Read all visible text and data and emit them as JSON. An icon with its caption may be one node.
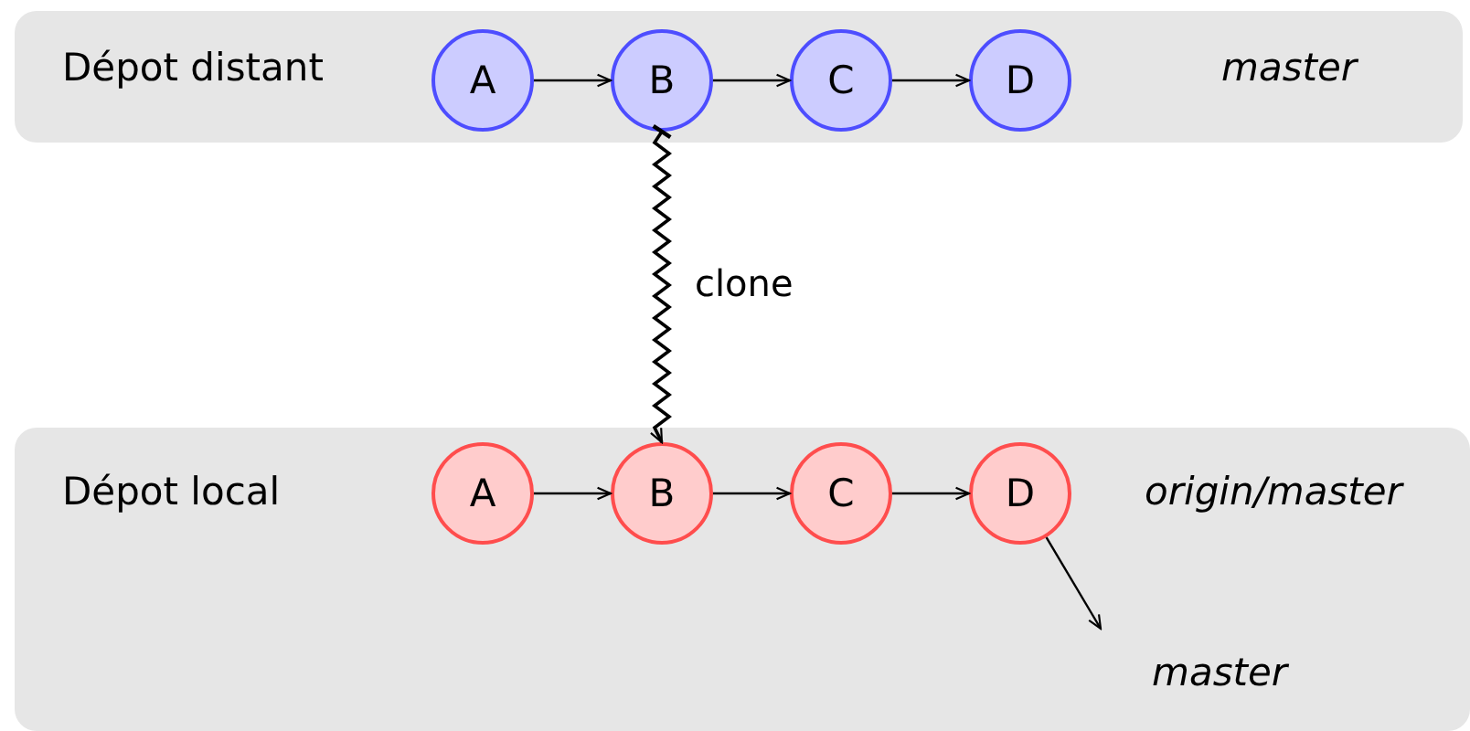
{
  "diagram": {
    "nodes": [
      {
        "text": [
          "Dépot distant",
          "master"
        ]
      },
      {
        "text": [
          "A"
        ],
        "in": 0
      },
      {
        "text": [
          "B"
        ],
        "in": 0
      },
      {
        "text": [
          "C"
        ],
        "in": 0
      },
      {
        "text": [
          "D"
        ],
        "in": 0
      },
      {
        "text": [
          "Dépot local",
          "origin/master"
        ]
      },
      {
        "text": [
          "A"
        ],
        "in": 5
      },
      {
        "text": [
          "B"
        ],
        "in": 5
      },
      {
        "text": [
          "C"
        ],
        "in": 5
      },
      {
        "text": [
          "D"
        ],
        "in": 5
      },
      {
        "text": [
          "master"
        ],
        "in": 5
      }
    ],
    "edges": [
      {
        "from": 1,
        "to": 2,
        "arrow": "to"
      },
      {
        "from": 2,
        "to": 3,
        "arrow": "to"
      },
      {
        "from": 3,
        "to": 4,
        "arrow": "to"
      },
      {
        "from": 6,
        "to": 7,
        "arrow": "to"
      },
      {
        "from": 7,
        "to": 8,
        "arrow": "to"
      },
      {
        "from": 8,
        "to": 9,
        "arrow": "to"
      },
      {
        "from": 2,
        "to": 7,
        "arrow": "to",
        "label": "clone"
      },
      {
        "from": 9,
        "to": 10,
        "arrow": "to"
      }
    ]
  }
}
